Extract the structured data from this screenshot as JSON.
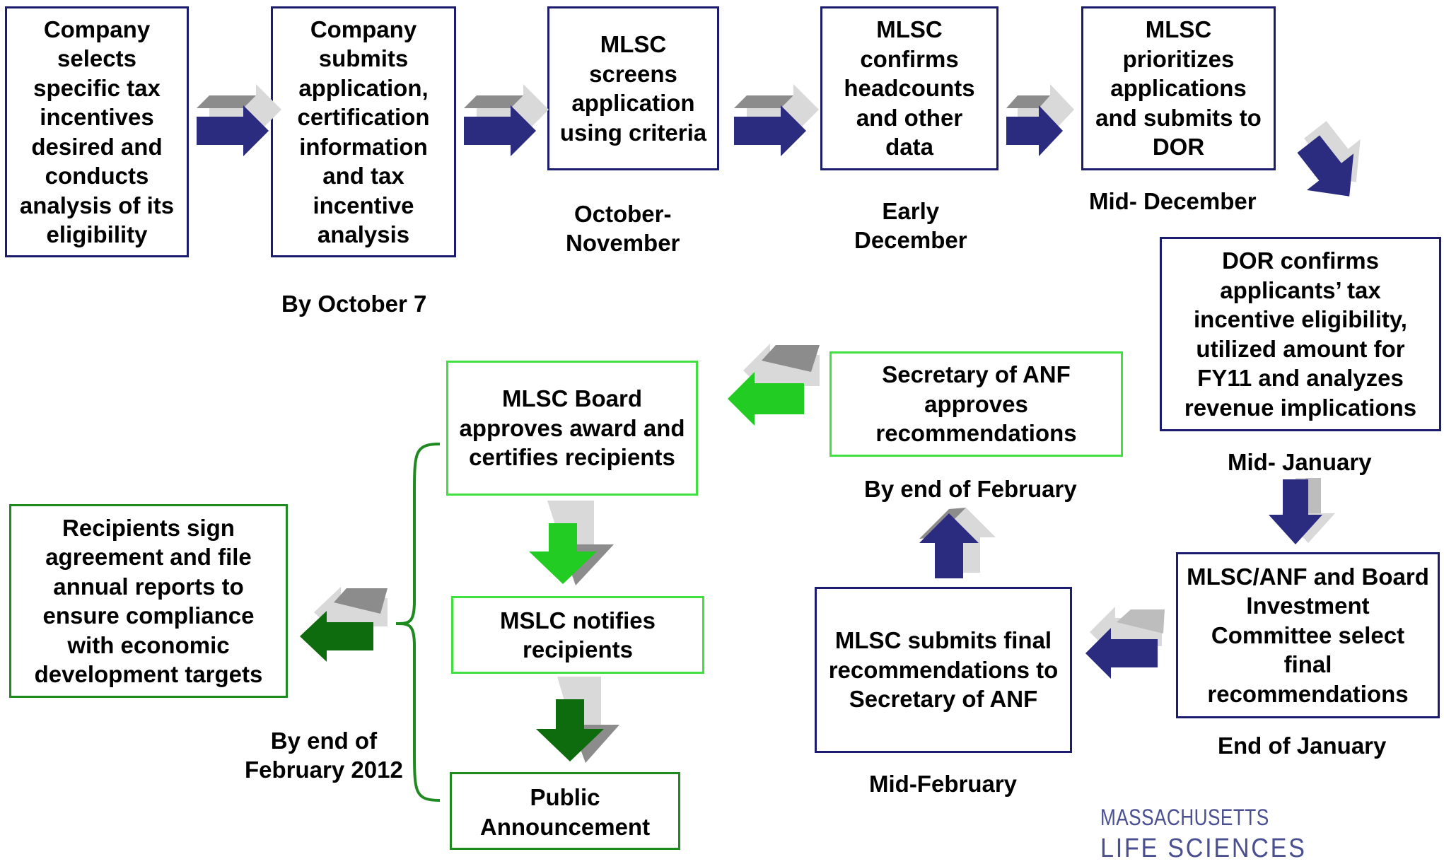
{
  "boxes": {
    "step1": "Company selects specific tax incentives desired and conducts analysis of its eligibility",
    "step2": "Company submits application, certification information and tax incentive analysis",
    "step3": "MLSC screens application using criteria",
    "step4": "MLSC confirms headcounts and other data",
    "step5": "MLSC prioritizes applications and submits to DOR",
    "step6": "DOR confirms applicants’ tax incentive eligibility, utilized amount for FY11 and analyzes revenue implications",
    "step7": "MLSC/ANF and Board Investment Committee select final recommendations",
    "step8": "MLSC submits final recommendations to Secretary of ANF",
    "step9": "Secretary of ANF approves recommendations",
    "step10": "MLSC Board approves award and certifies recipients",
    "step11": "MSLC notifies recipients",
    "step12": "Public Announcement",
    "step13": "Recipients sign agreement and file annual reports to ensure compliance with economic development targets"
  },
  "timing": {
    "step2": "By October 7",
    "step3_line1": "October-",
    "step3_line2": "November",
    "step4_line1": "Early",
    "step4_line2": "December",
    "step5": "Mid- December",
    "step6": "Mid- January",
    "step7": "End of January",
    "step8": "Mid-February",
    "step9": "By end of February",
    "step10_line1": "By end of",
    "step10_line2": "February 2012"
  },
  "logo": {
    "line1": "MASSACHUSETTS",
    "line2": "LIFE SCIENCES"
  },
  "colors": {
    "navy": "#1c1c6e",
    "navy_arrow": "#2b2b80",
    "bright_green": "#22cc22",
    "dark_green": "#0e6b0e",
    "arrow_shade": "#d9d9d9",
    "arrow_top": "#8c8c8c"
  }
}
